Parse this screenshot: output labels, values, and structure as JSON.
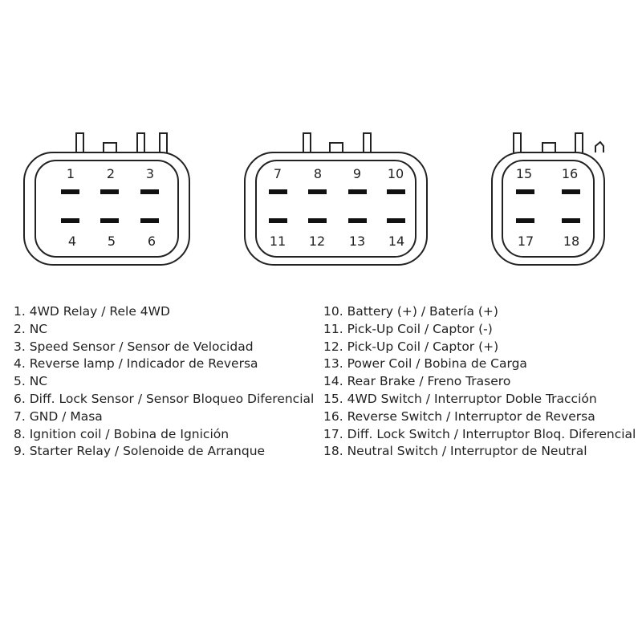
{
  "connectors": [
    {
      "name": "connector-a",
      "pins_top": [
        "1",
        "2",
        "3"
      ],
      "pins_bottom": [
        "4",
        "5",
        "6"
      ]
    },
    {
      "name": "connector-b",
      "pins_top": [
        "7",
        "8",
        "9",
        "10"
      ],
      "pins_bottom": [
        "11",
        "12",
        "13",
        "14"
      ]
    },
    {
      "name": "connector-c",
      "pins_top": [
        "15",
        "16"
      ],
      "pins_bottom": [
        "17",
        "18"
      ]
    }
  ],
  "legend_left": [
    "1. 4WD Relay / Rele 4WD",
    "2. NC",
    "3. Speed Sensor / Sensor de Velocidad",
    "4. Reverse lamp / Indicador de Reversa",
    "5. NC",
    "6. Diff. Lock Sensor / Sensor Bloqueo Diferencial",
    "7. GND / Masa",
    "8. Ignition coil / Bobina de Ignición",
    "9. Starter Relay / Solenoide de Arranque"
  ],
  "legend_right": [
    "10. Battery (+) / Batería (+)",
    "11. Pick-Up Coil / Captor (-)",
    "12. Pick-Up Coil / Captor (+)",
    "13. Power Coil / Bobina de Carga",
    "14. Rear Brake / Freno Trasero",
    "15. 4WD Switch / Interruptor Doble Tracción",
    "16. Reverse Switch / Interruptor de Reversa",
    "17. Diff. Lock Switch / Interruptor Bloq. Diferencial",
    "18. Neutral Switch / Interruptor de Neutral"
  ]
}
